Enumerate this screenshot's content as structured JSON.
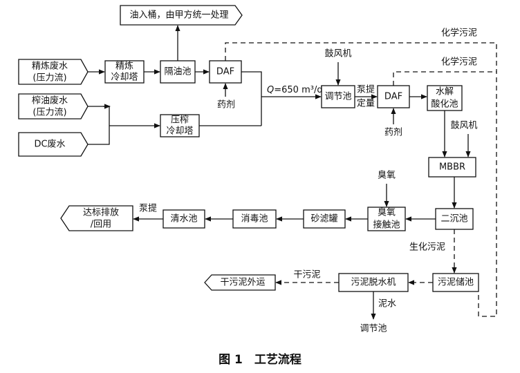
{
  "nodes": {
    "oil_barrel": "油入桶，由甲方统一处理",
    "refine_ww_1": "精炼废水",
    "refine_ww_2": "(压力流)",
    "press_ww_1": "榨油废水",
    "press_ww_2": "(压力流)",
    "dc_ww": "DC废水",
    "refine_cool_1": "精炼",
    "refine_cool_2": "冷却塔",
    "oil_sep": "隔油池",
    "daf1": "DAF",
    "press_cool_1": "压榨",
    "press_cool_2": "冷却塔",
    "equalization": "调节池",
    "daf2": "DAF",
    "hydrolysis_1": "水解",
    "hydrolysis_2": "酸化池",
    "mbbr": "MBBR",
    "secondary": "二沉池",
    "ozone_contact_1": "臭氧",
    "ozone_contact_2": "接触池",
    "sand_filter": "砂滤罐",
    "disinfection": "消毒池",
    "clear_water": "清水池",
    "discharge_1": "达标排放",
    "discharge_2": "/回用",
    "sludge_tank": "污泥储池",
    "dewater": "污泥脱水机",
    "dry_sludge_out": "干污泥外运"
  },
  "labels": {
    "chem_sludge_1": "化学污泥",
    "chem_sludge_2": "化学污泥",
    "blower_1": "鼓风机",
    "blower_2": "鼓风机",
    "flow_q": "Q",
    "flow_rest": "=650 m³/d",
    "pump_lift": "泵提",
    "dosing": "定量",
    "agent_1": "药剂",
    "agent_2": "药剂",
    "ozone": "臭氧",
    "pump_lift_2": "泵提",
    "bio_sludge": "生化污泥",
    "dry_sludge": "干污泥",
    "mud_water": "泥水",
    "to_equalization": "调节池"
  },
  "caption": "图 1　工艺流程"
}
